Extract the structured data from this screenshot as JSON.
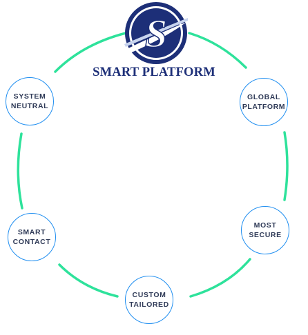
{
  "brand": {
    "title": "SMART PLATFORM",
    "logo_letter": "S",
    "colors": {
      "navy": "#1d2f78",
      "ring": "#2ee29b",
      "node_border": "#1f8ef0"
    }
  },
  "nodes": [
    {
      "id": "system-neutral",
      "label": "SYSTEM\nNEUTRAL"
    },
    {
      "id": "global-platform",
      "label": "GLOBAL\nPLATFORM"
    },
    {
      "id": "most-secure",
      "label": "MOST\nSECURE"
    },
    {
      "id": "custom-tailored",
      "label": "CUSTOM\nTAILORED"
    },
    {
      "id": "smart-contact",
      "label": "SMART\nCONTACT"
    }
  ]
}
